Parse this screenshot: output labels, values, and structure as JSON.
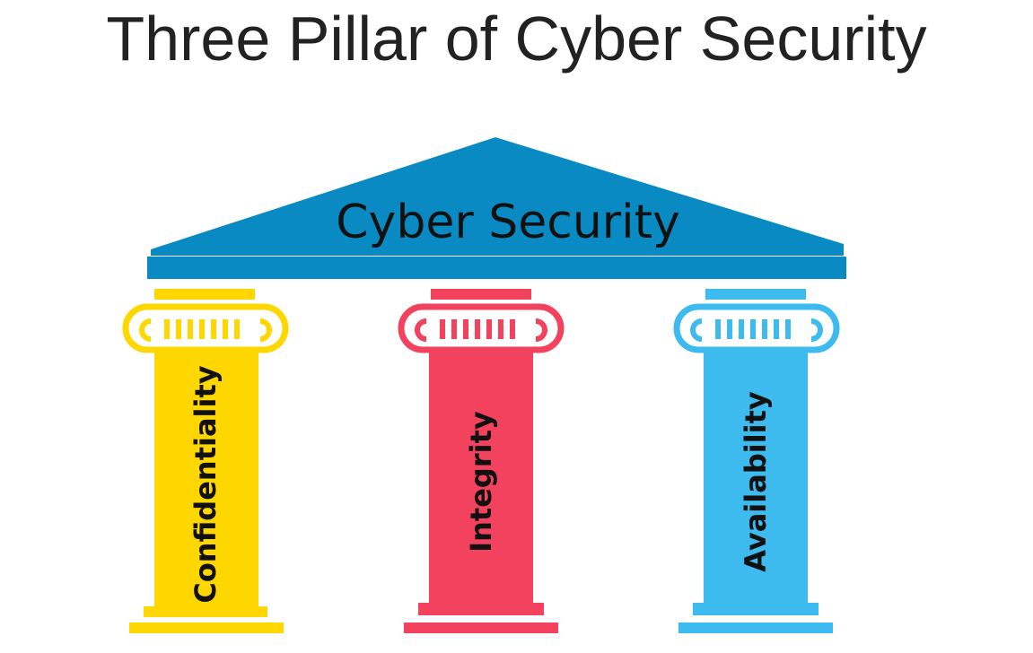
{
  "title": "Three Pillar of Cyber Security",
  "roof": {
    "label": "Cyber Security",
    "color": "#0a8ac3"
  },
  "pillars": [
    {
      "label": "Confidentiality",
      "color": "#ffd700"
    },
    {
      "label": "Integrity",
      "color": "#f2425e"
    },
    {
      "label": "Availability",
      "color": "#3dbbef"
    }
  ]
}
